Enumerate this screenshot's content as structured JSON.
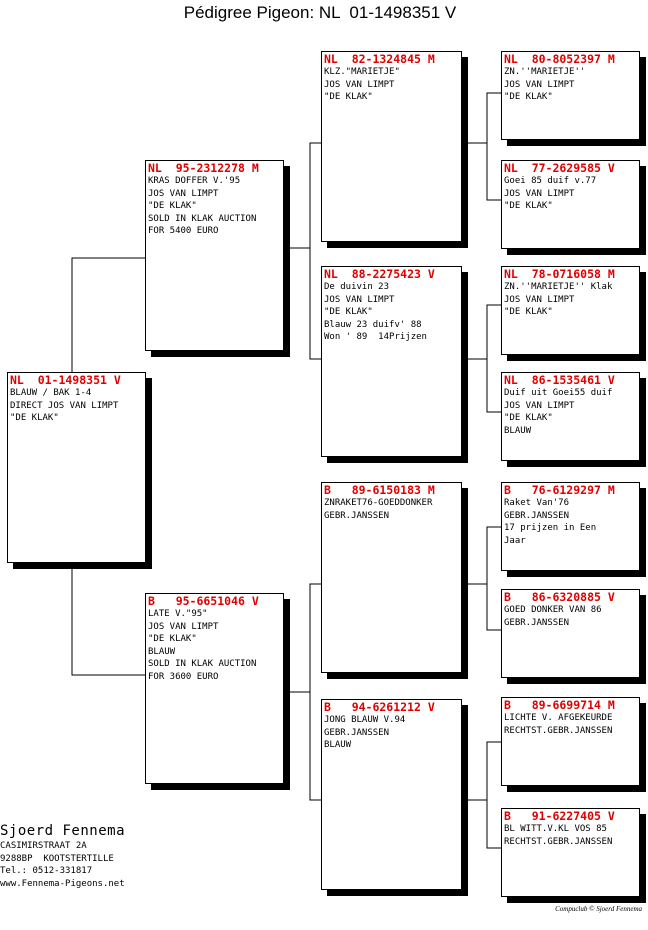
{
  "title": "Pédigree Pigeon: NL  01-1498351 V",
  "breeder": {
    "name": "Sjoerd Fennema",
    "info": [
      "CASIMIRSTRAAT 2A",
      "9288BP  KOOTSTERTILLE",
      "Tel.: 0512-331817",
      "www.Fennema-Pigeons.net"
    ]
  },
  "credit": "Compuclub © Sjoerd Fennema",
  "pigeons": [
    {
      "id": "subject",
      "ring": "NL  01-1498351 V",
      "lines": [
        "BLAUW / BAK 1-4",
        "DIRECT JOS VAN LIMPT",
        "\"DE KLAK\""
      ]
    },
    {
      "id": "sire",
      "ring": "NL  95-2312278 M",
      "lines": [
        "KRAS DOFFER V.'95",
        "JOS VAN LIMPT",
        "\"DE KLAK\"",
        "SOLD IN KLAK AUCTION",
        "FOR 5400 EURO"
      ]
    },
    {
      "id": "dam",
      "ring": "B   95-6651046 V",
      "lines": [
        "LATE V.\"95\"",
        "JOS VAN LIMPT",
        "\"DE KLAK\"",
        "BLAUW",
        "SOLD IN KLAK AUCTION",
        "FOR 3600 EURO"
      ]
    },
    {
      "id": "sire-sire",
      "ring": "NL  82-1324845 M",
      "lines": [
        "KLZ.\"MARIETJE\"",
        "JOS VAN LIMPT",
        "\"DE KLAK\""
      ]
    },
    {
      "id": "sire-dam",
      "ring": "NL  88-2275423 V",
      "lines": [
        "De duivin 23",
        "JOS VAN LIMPT",
        "\"DE KLAK\"",
        "Blauw 23 duifv' 88",
        "Won ' 89  14Prijzen"
      ]
    },
    {
      "id": "dam-sire",
      "ring": "B   89-6150183 M",
      "lines": [
        "ZNRAKET76-GOEDDONKER",
        "GEBR.JANSSEN"
      ]
    },
    {
      "id": "dam-dam",
      "ring": "B   94-6261212 V",
      "lines": [
        "JONG BLAUW V.94",
        "GEBR.JANSSEN",
        "BLAUW"
      ]
    },
    {
      "id": "ss-sire",
      "ring": "NL  80-8052397 M",
      "lines": [
        "ZN.''MARIETJE''",
        "JOS VAN LIMPT",
        "\"DE KLAK\""
      ]
    },
    {
      "id": "ss-dam",
      "ring": "NL  77-2629585 V",
      "lines": [
        "Goei 85 duif v.77",
        "JOS VAN LIMPT",
        "\"DE KLAK\""
      ]
    },
    {
      "id": "sd-sire",
      "ring": "NL  78-0716058 M",
      "lines": [
        "ZN.''MARIETJE'' Klak",
        "JOS VAN LIMPT",
        "\"DE KLAK\""
      ]
    },
    {
      "id": "sd-dam",
      "ring": "NL  86-1535461 V",
      "lines": [
        "Duif uit Goei55 duif",
        "JOS VAN LIMPT",
        "\"DE KLAK\"",
        "BLAUW"
      ]
    },
    {
      "id": "ds-sire",
      "ring": "B   76-6129297 M",
      "lines": [
        "Raket Van'76",
        "",
        "GEBR.JANSSEN",
        "17 prijzen in Een",
        "Jaar"
      ]
    },
    {
      "id": "ds-dam",
      "ring": "B   86-6320885 V",
      "lines": [
        "GOED DONKER VAN 86",
        "GEBR.JANSSEN"
      ]
    },
    {
      "id": "dd-sire",
      "ring": "B   89-6699714 M",
      "lines": [
        "LICHTE V. AFGEKEURDE",
        "RECHTST.GEBR.JANSSEN"
      ]
    },
    {
      "id": "dd-dam",
      "ring": "B   91-6227405 V",
      "lines": [
        "BL WITT.V.KL VOS 85",
        "RECHTST.GEBR.JANSSEN"
      ]
    }
  ]
}
